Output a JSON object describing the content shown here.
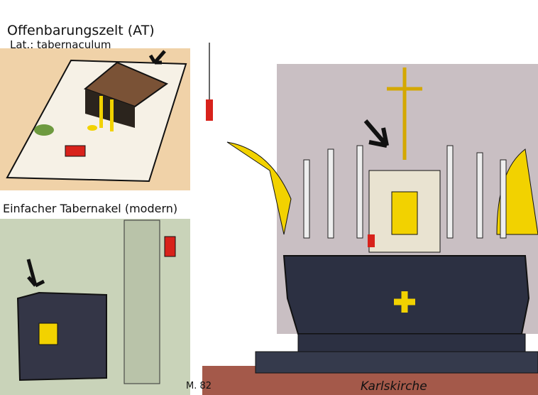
{
  "panels": {
    "tent": {
      "title": "Offenbarungszelt (AT)",
      "subtitle": "Lat.: tabernaculum"
    },
    "modern": {
      "title": "Einfacher Tabernakel (modern)"
    },
    "church": {
      "caption": "Karlskirche"
    }
  },
  "signature": "M. 82",
  "colors": {
    "sand": "#f0d2a8",
    "green_wall": "#c9d3b9",
    "church_wall": "#c9bfc3",
    "floor": "#a4594a",
    "altar": "#2c3042",
    "gold": "#f2d200",
    "red": "#d8221b"
  }
}
